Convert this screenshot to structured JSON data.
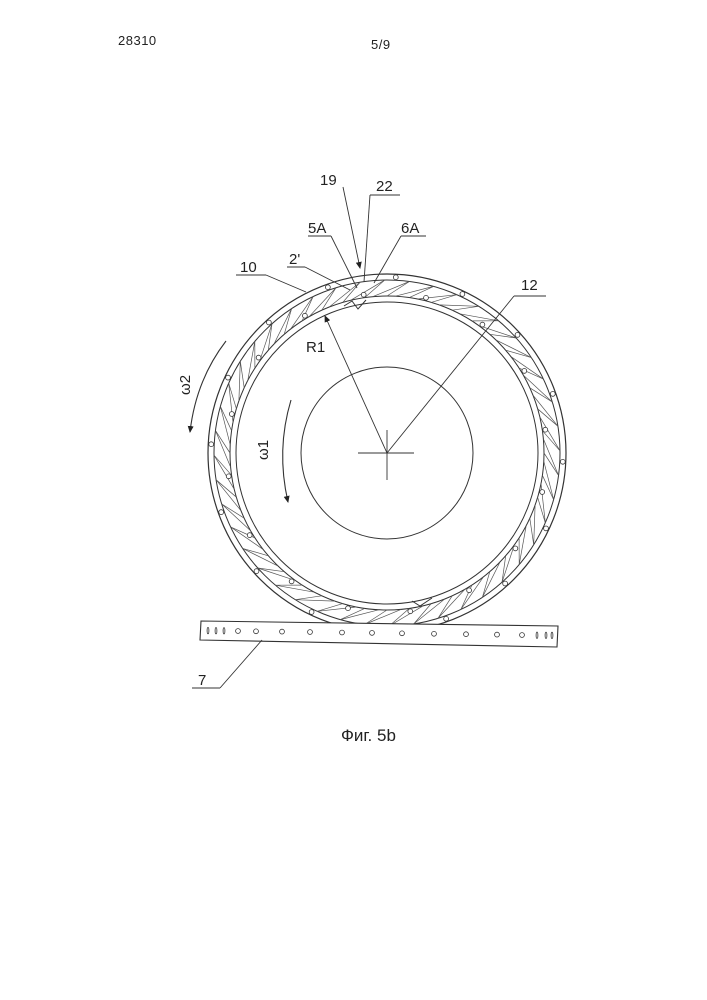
{
  "header": {
    "document_number": "28310",
    "sheet": "5/9"
  },
  "labels": {
    "l19": "19",
    "l22": "22",
    "l5A": "5A",
    "l6A": "6A",
    "l2p": "2'",
    "l10": "10",
    "l12": "12",
    "lR1": "R1",
    "lw2": "ω2",
    "lw1": "ω1",
    "l7": "7"
  },
  "caption": "Фиг. 5b"
}
